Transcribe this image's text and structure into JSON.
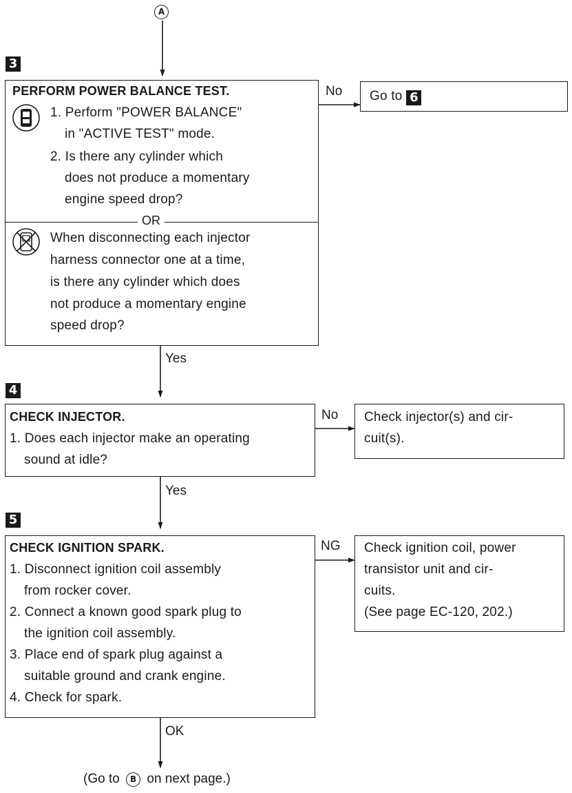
{
  "connectors": {
    "a": "A",
    "b": "B"
  },
  "step3": {
    "number": "3",
    "title": "PERFORM POWER BALANCE TEST.",
    "consult_icon": "consult-tester-icon",
    "lines": [
      "1. Perform \"POWER BALANCE\"",
      "in \"ACTIVE TEST\" mode.",
      "2. Is there any cylinder which",
      "does not produce a momentary",
      "engine speed drop?"
    ],
    "or_label": "OR",
    "no_tester_icon": "no-consult-tester-icon",
    "alt_lines": [
      "When disconnecting each injector",
      "harness connector one at a time,",
      "is there any cylinder which does",
      "not produce a momentary engine",
      "speed drop?"
    ],
    "no_label": "No",
    "no_result": "Go to",
    "no_result_step": "6",
    "yes_label": "Yes"
  },
  "step4": {
    "number": "4",
    "title": "CHECK INJECTOR.",
    "lines": [
      "1. Does each injector make an operating",
      "sound at idle?"
    ],
    "no_label": "No",
    "no_result_lines": [
      "Check injector(s) and cir-",
      "cuit(s)."
    ],
    "yes_label": "Yes"
  },
  "step5": {
    "number": "5",
    "title": "CHECK IGNITION SPARK.",
    "lines": [
      "1. Disconnect ignition coil assembly",
      "from rocker cover.",
      "2. Connect a known good spark plug to",
      "the ignition coil assembly.",
      "3. Place end of spark plug against a",
      "suitable ground and crank engine.",
      "4. Check for spark."
    ],
    "ng_label": "NG",
    "ng_result_lines": [
      "Check ignition coil, power",
      "transistor unit and cir-",
      "cuits.",
      "(See page EC-120, 202.)"
    ],
    "ok_label": "OK"
  },
  "footer": {
    "prefix": "(Go to",
    "suffix": "on next page.)"
  }
}
